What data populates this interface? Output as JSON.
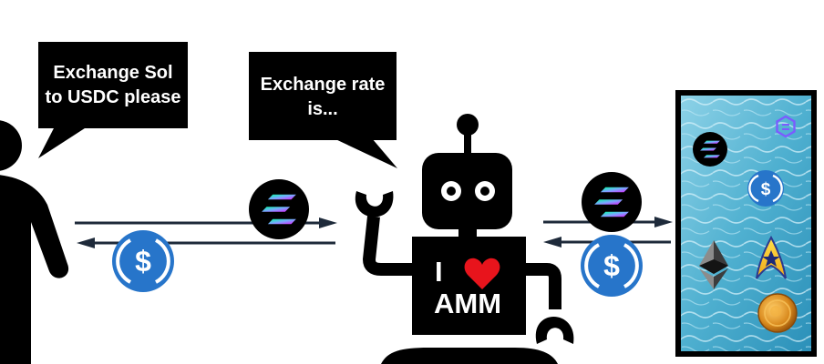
{
  "bubbles": {
    "user": {
      "line1": "Exchange Sol",
      "line2": "to USDC please"
    },
    "robot": {
      "line1": "Exchange rate",
      "line2": "is..."
    }
  },
  "robot": {
    "chest_line1": "I",
    "chest_line2": "AMM",
    "heart_color": "#e8141c"
  },
  "pool": {
    "tokens": [
      "solana-icon",
      "usdc-icon",
      "ethereum-icon",
      "star-trek-token-icon",
      "gold-coin-icon",
      "purple-hex-token-icon"
    ]
  },
  "colors": {
    "bubble": "#000000",
    "usdc": "#2775ca",
    "pool_water": "#5fb3cf",
    "arrow": "#1e2a3a"
  }
}
